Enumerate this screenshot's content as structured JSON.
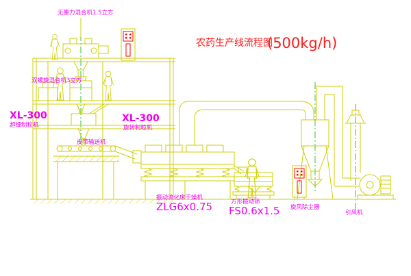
{
  "title": {
    "main": "农药生产线流程图",
    "capacity": "(500kg/h)"
  },
  "labels": {
    "top_mixer": "无重力混合机1.5立方",
    "second_mixer": "双螺旋混合机3立方",
    "granulator_left_model": "XL-300",
    "granulator_left_name": "超细制粒机",
    "granulator_mid_model": "XL-300",
    "granulator_mid_name": "旋转制粒机",
    "belt_conveyor": "皮带输送机",
    "dryer_name": "振动流化床干燥机",
    "dryer_model": "ZLG6x0.75",
    "screen_name": "方形振动筛",
    "screen_model": "FS0.6x1.5",
    "cyclone": "旋风除尘器",
    "fan": "引风机"
  },
  "colors": {
    "line": "#cfcf00",
    "label": "#f000f0",
    "title": "#ff1a1a",
    "green": "#00b400",
    "red": "#ff0000"
  }
}
